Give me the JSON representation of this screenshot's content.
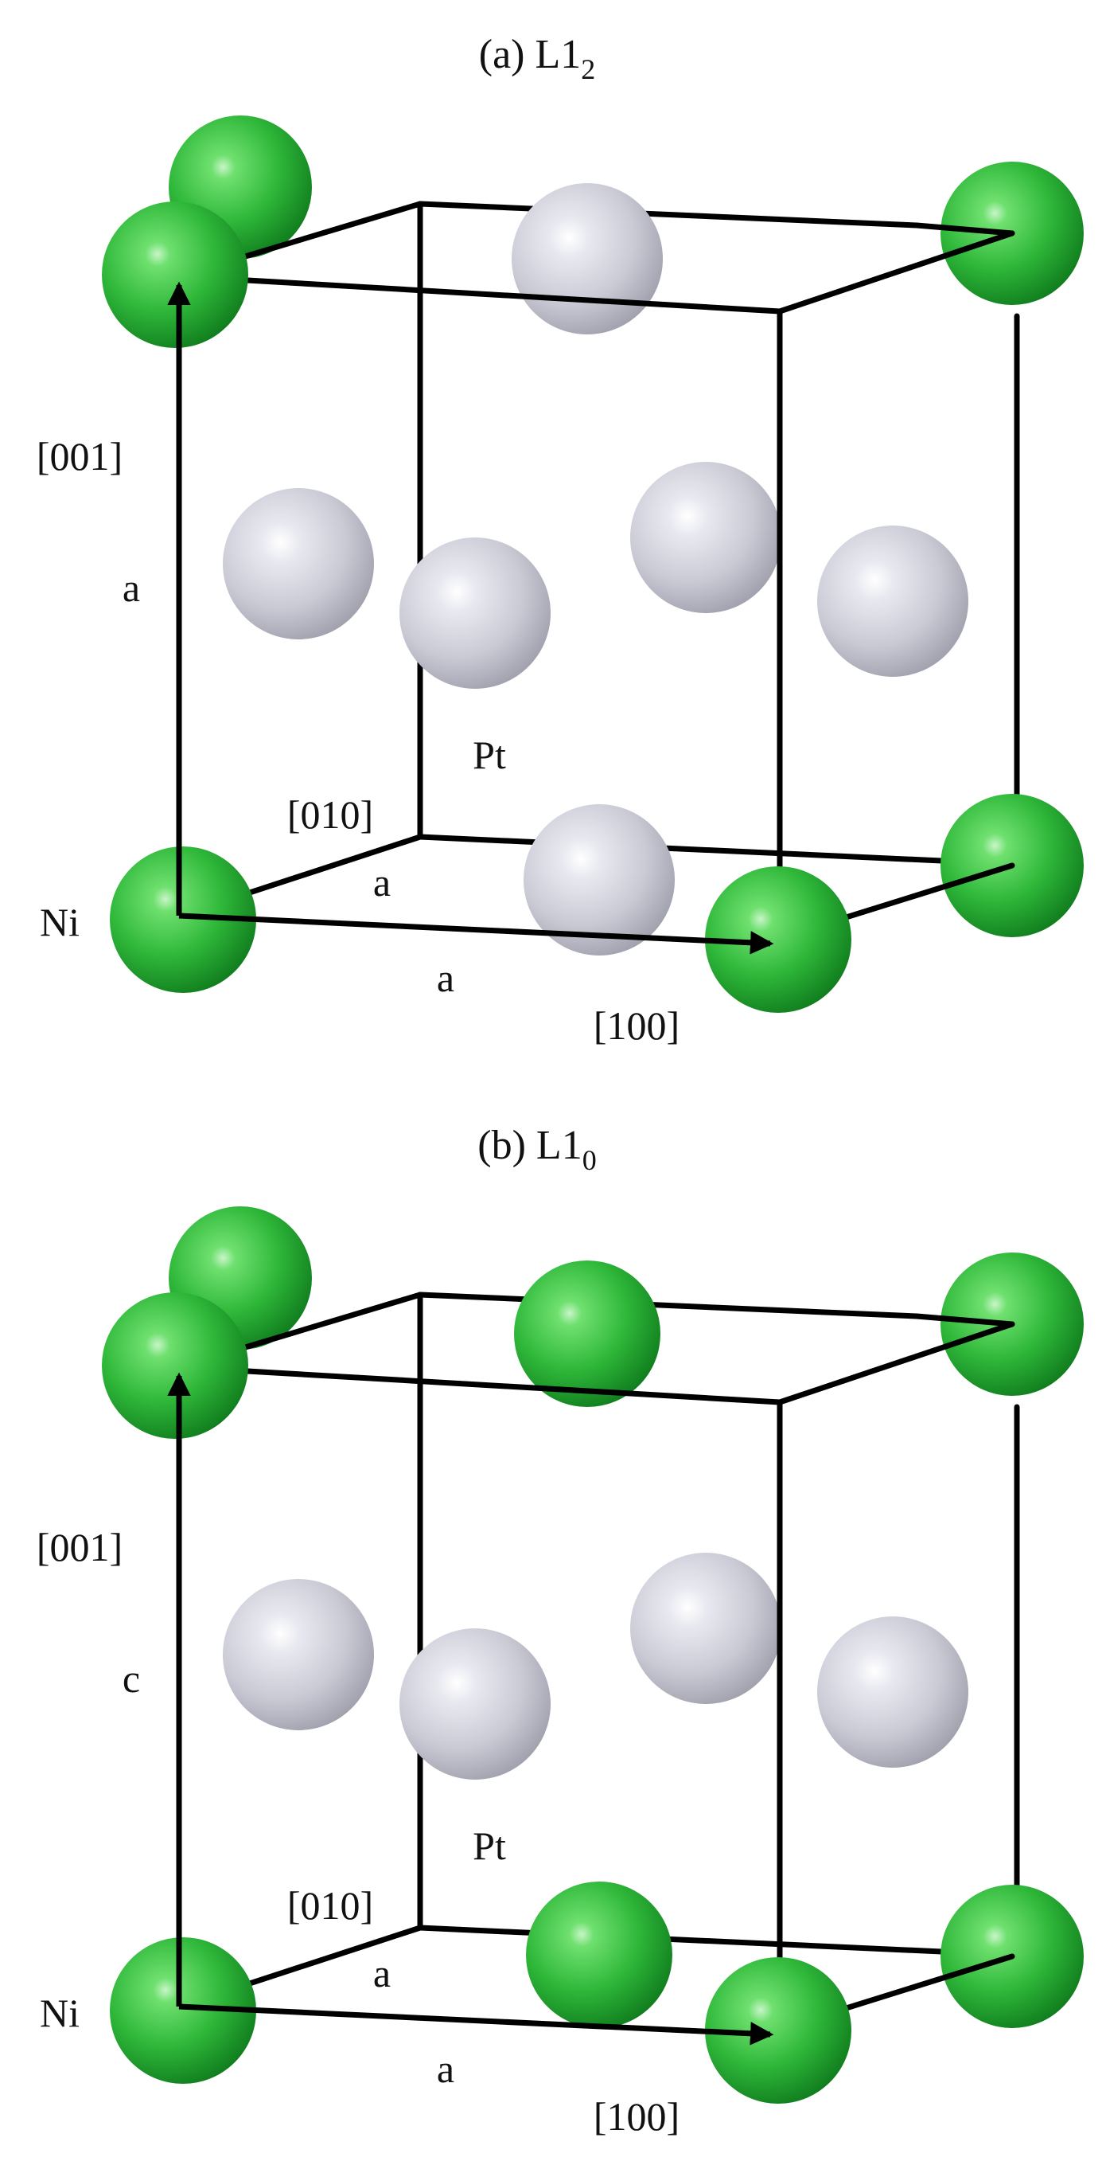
{
  "panels": [
    {
      "title_main": "(a) L1",
      "title_sub": "2",
      "labels": {
        "dir_001": "[001]",
        "edge_vertical": "a",
        "dir_010": "[010]",
        "edge_depth": "a",
        "dir_100": "[100]",
        "edge_horizontal": "a",
        "atom_ni": "Ni",
        "atom_pt": "Pt"
      },
      "face_center_atoms": {
        "top": "Pt",
        "front": "Pt",
        "back": "Pt",
        "left": "Pt",
        "right": "Pt",
        "bottom": "Pt"
      }
    },
    {
      "title_main": "(b) L1",
      "title_sub": "0",
      "labels": {
        "dir_001": "[001]",
        "edge_vertical": "c",
        "dir_010": "[010]",
        "edge_depth": "a",
        "dir_100": "[100]",
        "edge_horizontal": "a",
        "atom_ni": "Ni",
        "atom_pt": "Pt"
      },
      "face_center_atoms": {
        "top": "Ni",
        "front": "Pt",
        "back": "Pt",
        "left": "Pt",
        "right": "Pt",
        "bottom": "Ni"
      }
    }
  ],
  "colors": {
    "ni_atom": "#2fb83a",
    "pt_atom": "#c9cad4",
    "frame": "#000000"
  }
}
